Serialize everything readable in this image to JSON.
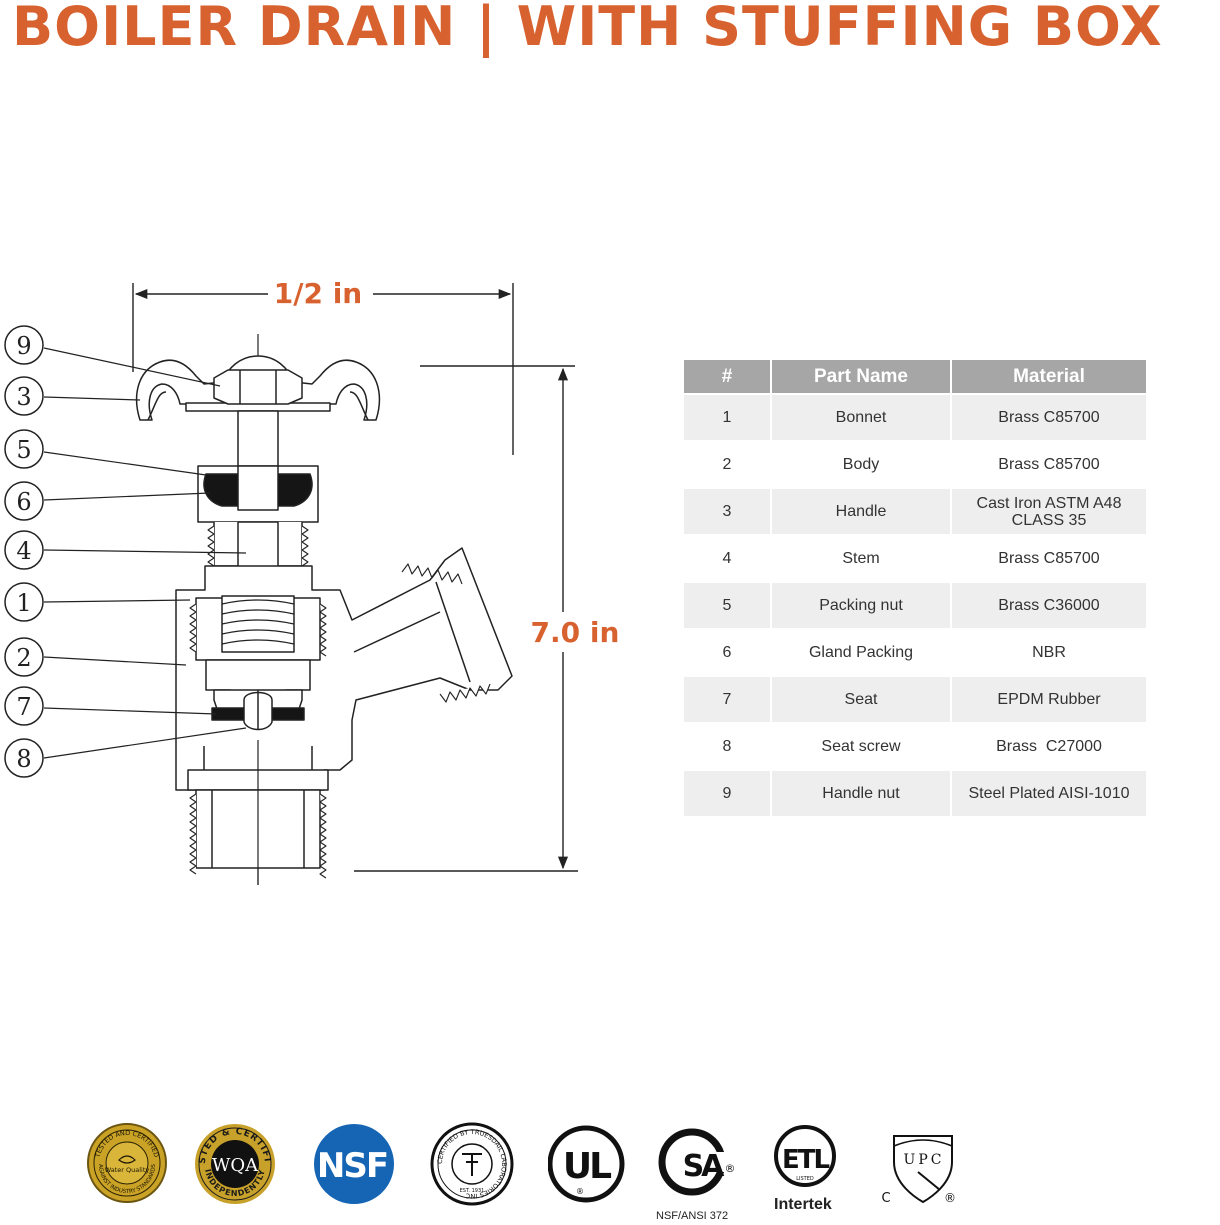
{
  "title": "BOILER DRAIN | WITH STUFFING BOX",
  "dimensions": {
    "width_label": "1/2 in",
    "height_label": "7.0 in"
  },
  "callouts": [
    "9",
    "3",
    "5",
    "6",
    "4",
    "1",
    "2",
    "7",
    "8"
  ],
  "accent_color": "#d8622f",
  "table": {
    "headers": [
      "#",
      "Part Name",
      "Material"
    ],
    "rows": [
      {
        "num": "1",
        "name": "Bonnet",
        "material": "Brass C85700"
      },
      {
        "num": "2",
        "name": "Body",
        "material": "Brass C85700"
      },
      {
        "num": "3",
        "name": "Handle",
        "material": "Cast Iron ASTM A48 CLASS 35"
      },
      {
        "num": "4",
        "name": "Stem",
        "material": "Brass C85700"
      },
      {
        "num": "5",
        "name": "Packing nut",
        "material": "Brass C36000"
      },
      {
        "num": "6",
        "name": "Gland Packing",
        "material": "NBR"
      },
      {
        "num": "7",
        "name": "Seat",
        "material": "EPDM Rubber"
      },
      {
        "num": "8",
        "name": "Seat screw",
        "material": "Brass  C27000"
      },
      {
        "num": "9",
        "name": "Handle nut",
        "material": "Steel Plated AISI-1010"
      }
    ]
  },
  "certifications": {
    "wqa_gold": {
      "icon": "water-quality-seal-icon",
      "ring_text": "TESTED AND CERTIFIED",
      "inner_text": "Water Quality",
      "bottom_text": "AGAINST INDUSTRY STANDARDS"
    },
    "wqa": {
      "icon": "wqa-seal-icon",
      "top_text": "TESTED & CERTIFIED",
      "main_text": "WQA",
      "bottom_text": "INDEPENDENTLY"
    },
    "nsf": {
      "icon": "nsf-logo-icon",
      "text": "NSF"
    },
    "truesdail": {
      "icon": "truesdail-seal-icon",
      "ring_text": "CERTIFIED BY TRUESDAIL LABORATORIES INC",
      "est_text": "EST. 1931"
    },
    "ul": {
      "icon": "ul-logo-icon",
      "text": "UL"
    },
    "csa": {
      "icon": "csa-logo-icon",
      "text": "SA",
      "caption": "NSF/ANSI 372"
    },
    "etl": {
      "icon": "etl-logo-icon",
      "text": "ETL",
      "listed": "LISTED",
      "caption": "Intertek"
    },
    "upc": {
      "icon": "upc-logo-icon",
      "text": "UPC",
      "c_text": "C"
    }
  }
}
